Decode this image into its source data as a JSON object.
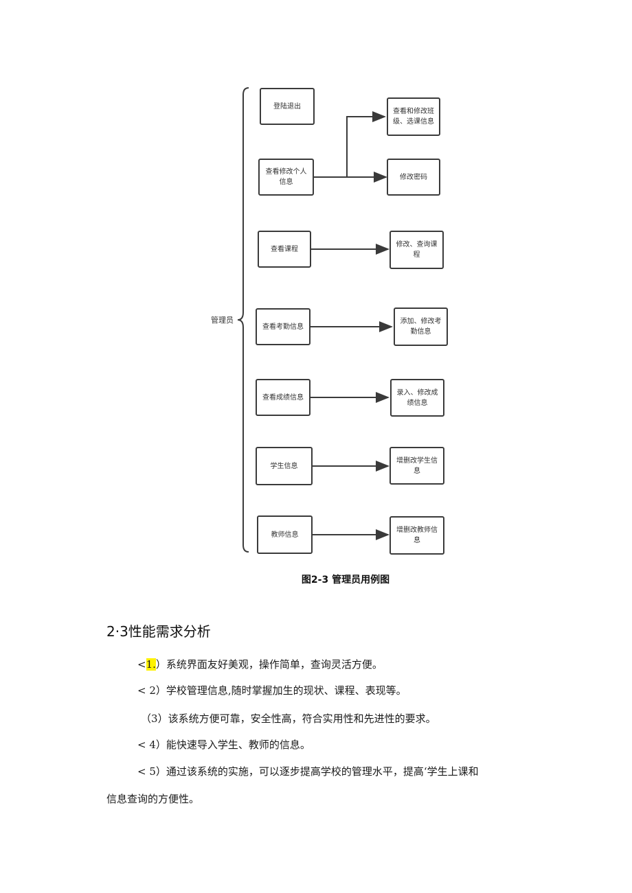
{
  "diagram": {
    "root": "管理员",
    "left_nodes": [
      "登陆退出",
      "查看修改个人信息",
      "查看课程",
      "查看考勤信息",
      "查看成绩信息",
      "学生信息",
      "教师信息"
    ],
    "right_nodes": [
      "查看和修改班级、选课信息",
      "修改密码",
      "修改、查询课程",
      "添加、修改考勤信息",
      "录入、修改成绩信息",
      "增删改学生信息",
      "增删改教师信息"
    ]
  },
  "caption": "图2-3 管理员用例图",
  "section_title": "2·3性能需求分析",
  "items": [
    {
      "prefix": "<",
      "num": "1.",
      "text": "）系统界面友好美观，操作简单，查询灵活方便。"
    },
    {
      "prefix": "< ",
      "num": "2",
      "text": "）学校管理信息,随时掌握加生的现状、课程、表现等。"
    },
    {
      "prefix": "（",
      "num": "3",
      "text": "）该系统方便可靠，安全性高，符合实用性和先进性的要求。"
    },
    {
      "prefix": "< ",
      "num": "4",
      "text": "）能快速导入学生、教师的信息。"
    },
    {
      "prefix": "< ",
      "num": "5",
      "text": "）通过该系统的实施，可以逐步提高学校的管理水平，提高‘学生上课和"
    }
  ],
  "continuation": "信息查询的方便性。"
}
